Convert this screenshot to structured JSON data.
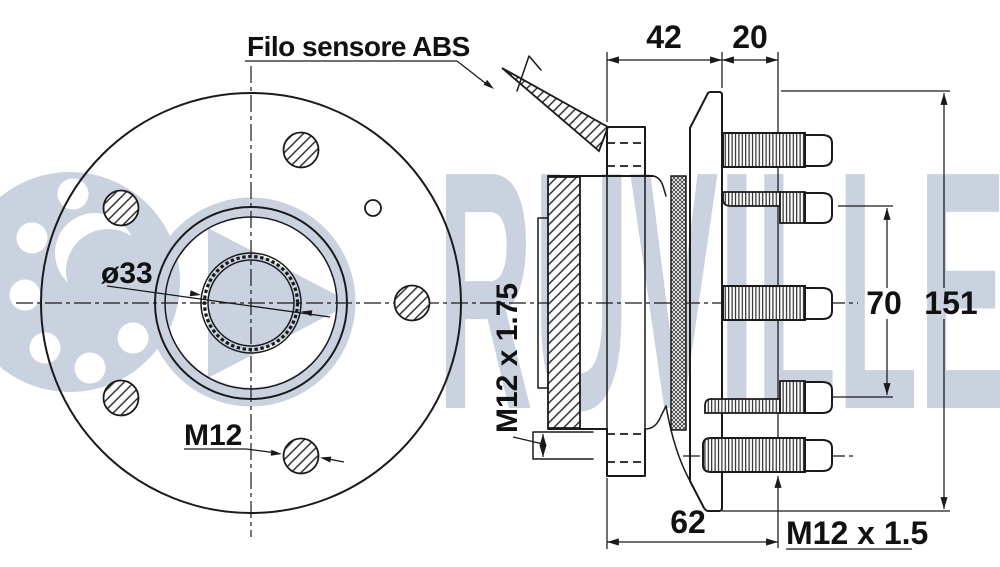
{
  "drawing": {
    "watermark": {
      "brand": "RUVILLE",
      "color": "#cad2e0"
    },
    "annotations": {
      "abs_sensor_label": "Filo sensore ABS",
      "bore_diameter_label": "ø33",
      "wheel_stud_label": "M12"
    },
    "dimensions": {
      "bearing_width": "42",
      "flange_to_stud_step": "20",
      "stud_pair_spacing": "70",
      "overall_height": "151",
      "hub_length": "62",
      "wheel_stud_thread": "M12 x 1.5",
      "mounting_thread": "M12 x 1.75"
    },
    "line_color": "#1a1a1a"
  }
}
